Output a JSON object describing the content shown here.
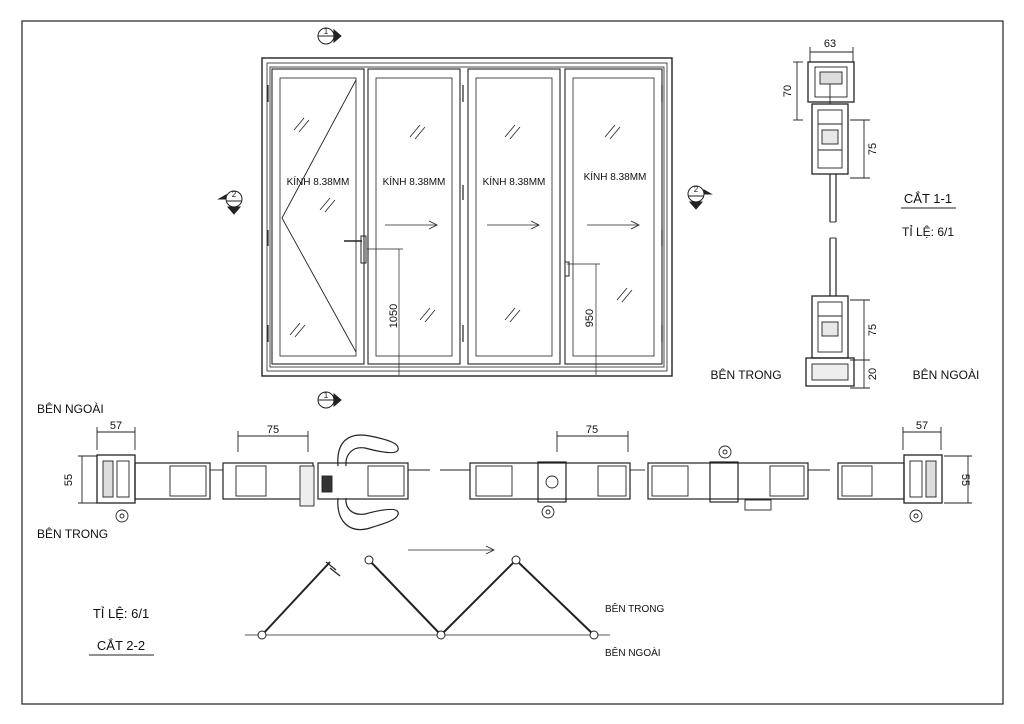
{
  "elevation": {
    "panels": [
      {
        "glass_label": "KÍNH 8.38MM"
      },
      {
        "glass_label": "KÍNH 8.38MM"
      },
      {
        "glass_label": "KÍNH 8.38MM"
      },
      {
        "glass_label": "KÍNH 8.38MM"
      }
    ],
    "handle_height_left": "1050",
    "handle_height_right": "950",
    "marker_1": "1",
    "marker_2": "2"
  },
  "section_1_1": {
    "title": "CẮT 1-1",
    "scale": "TỈ LỆ: 6/1",
    "dim_width": "63",
    "dim_top": "70",
    "dim_head": "75",
    "dim_sill": "75",
    "dim_bottom": "20",
    "inside_label": "BÊN TRONG",
    "outside_label": "BÊN NGOÀI"
  },
  "section_2_2": {
    "title": "CẮT 2-2",
    "scale": "TỈ LỆ: 6/1",
    "outside_label": "BÊN NGOÀI",
    "inside_label": "BÊN TRONG",
    "dim_left_width": "57",
    "dim_left_height": "55",
    "dim_right_width": "57",
    "dim_right_height": "55",
    "dim_sash_a": "75",
    "dim_sash_b": "75"
  },
  "fold_diagram": {
    "inside_label": "BÊN TRONG",
    "outside_label": "BÊN NGOÀI"
  }
}
